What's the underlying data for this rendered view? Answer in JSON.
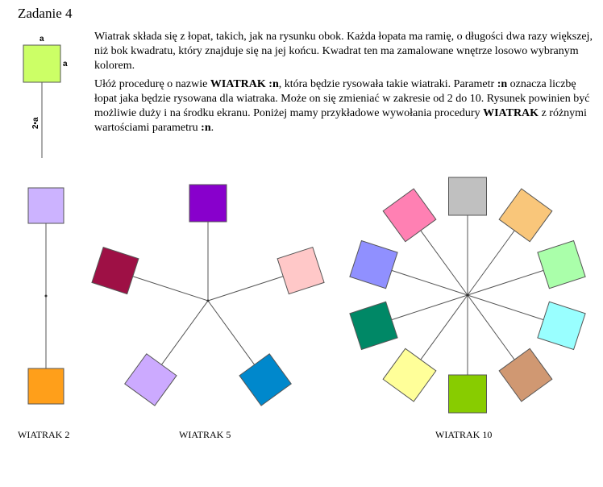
{
  "title": "Zadanie 4",
  "paragraph1": "Wiatrak składa się z łopat, takich, jak na rysunku obok. Każda łopata ma ramię, o długości dwa razy większej, niż bok kwadratu, który znajduje się na jej końcu. Kwadrat ten ma zamalowane wnętrze losowo wybranym kolorem.",
  "paragraph2": {
    "t1": "Ułóż procedurę o nazwie ",
    "b1": "WIATRAK :n",
    "t2": ", która będzie rysowała takie wiatraki. Parametr ",
    "b2": ":n",
    "t3": " oznacza liczbę łopat jaka będzie rysowana dla wiatraka. Może on się zmieniać w zakresie od 2 do 10. Rysunek powinien być możliwie duży i na środku ekranu. Poniżej mamy przykładowe wywołania procedury ",
    "b3": "WIATRAK",
    "t4": " z różnymi wartościami parametru ",
    "b4": ":n",
    "t5": "."
  },
  "blade_diagram": {
    "side_label_top": "a",
    "side_label_right": "a",
    "arm_label": "2•a",
    "color": "#ccff66"
  },
  "windmills": [
    {
      "caption": "WIATRAK 2",
      "colors": [
        "#ccb3ff",
        "#ff9f1a"
      ]
    },
    {
      "caption": "WIATRAK 5",
      "colors": [
        "#8800cc",
        "#ffc8c8",
        "#0088cc",
        "#ccaaff",
        "#9e1045"
      ]
    },
    {
      "caption": "WIATRAK 10",
      "colors": [
        "#c0c0c0",
        "#f9c67a",
        "#aaffaa",
        "#99ffff",
        "#d09872",
        "#88cc00",
        "#ffff99",
        "#008866",
        "#9090ff",
        "#ff80b3"
      ]
    }
  ]
}
